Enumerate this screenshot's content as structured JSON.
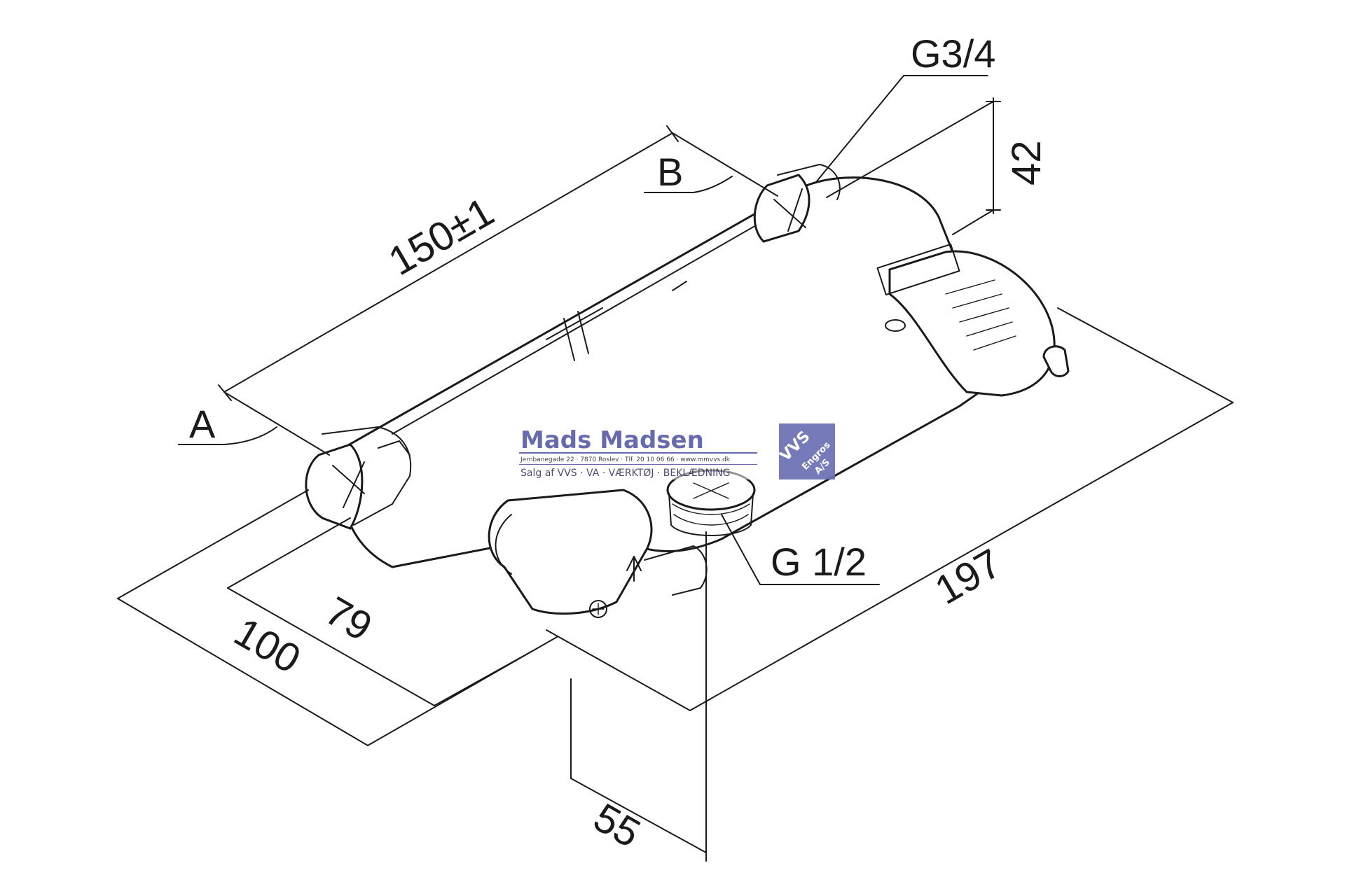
{
  "dimensions": {
    "length_between_inlets": "150±1",
    "overall_length": "197",
    "depth_outer": "100",
    "depth_inner": "79",
    "outlet_offset": "55",
    "inlet_height": "42"
  },
  "labels": {
    "inlet_a": "A",
    "inlet_b": "B",
    "inlet_thread": "G3/4",
    "outlet_thread": "G 1/2"
  },
  "watermark": {
    "company": "Mads Madsen",
    "address": "Jernbanegade 22 · 7870 Roslev · Tlf. 20 10 06 66 · www.mmvvs.dk",
    "tagline": "Salg af  VVS · VA · VÆRKTØJ · BEKLÆDNING",
    "badge_main": "VVS",
    "badge_sub1": "Engros",
    "badge_sub2": "A/S",
    "colors": {
      "primary": "#5b5ea6",
      "badge_bg": "#6b6fb3"
    }
  }
}
